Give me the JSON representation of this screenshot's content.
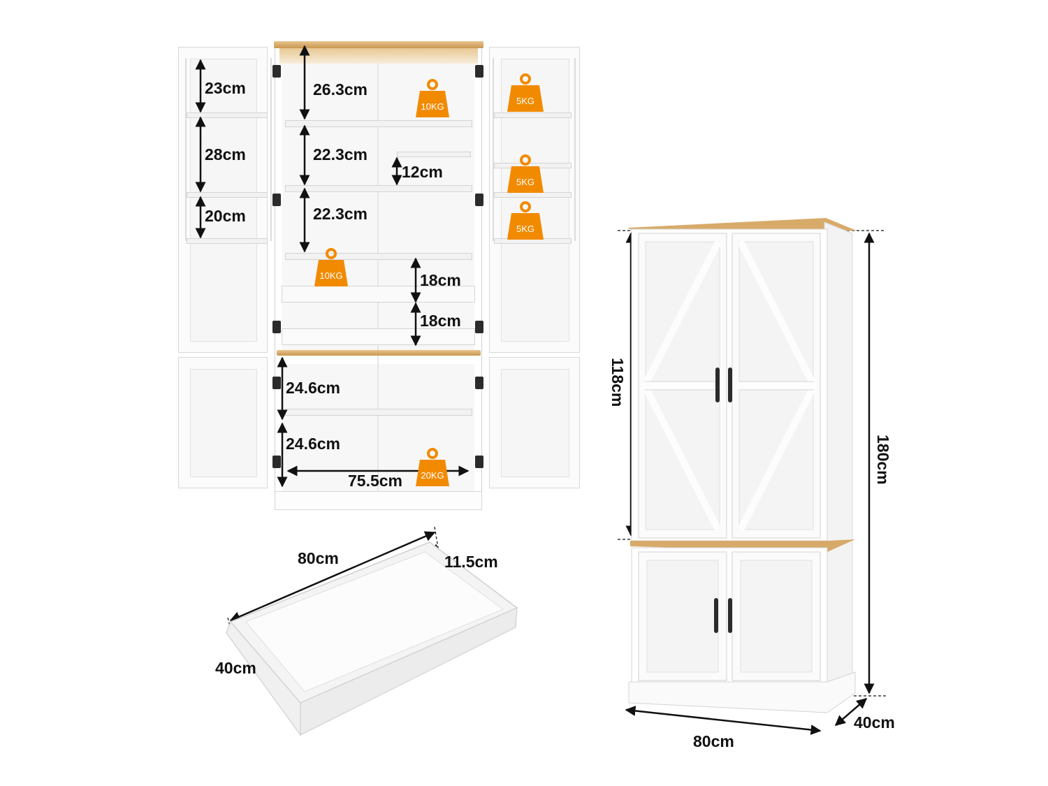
{
  "colors": {
    "accent_weight": "#F28A00",
    "wood_top": "#D8AA6A",
    "cabinet": "#FFFFFF",
    "hinge": "#2B2B2B",
    "dimension_line": "#111111"
  },
  "icons": {
    "weight": "weight-icon",
    "hinge": "hinge-icon",
    "handle": "handle-icon"
  },
  "interior": {
    "door_rack_heights": [
      "23cm",
      "28cm",
      "20cm"
    ],
    "upper_shelf_heights": [
      "26.3cm",
      "22.3cm",
      "22.3cm"
    ],
    "small_shelf_height": "12cm",
    "drawer_heights": [
      "18cm",
      "18cm"
    ],
    "lower_shelf_heights": [
      "24.6cm",
      "24.6cm"
    ],
    "inner_width": "75.5cm"
  },
  "weights": {
    "upper_shelf": "10KG",
    "drawer": "10KG",
    "bottom": "20KG",
    "door_racks": [
      "5KG",
      "5KG",
      "5KG"
    ]
  },
  "drawer": {
    "width": "80cm",
    "depth": "40cm",
    "height": "11.5cm"
  },
  "cabinet": {
    "upper_height": "118cm",
    "total_height": "180cm",
    "width": "80cm",
    "depth": "40cm"
  }
}
